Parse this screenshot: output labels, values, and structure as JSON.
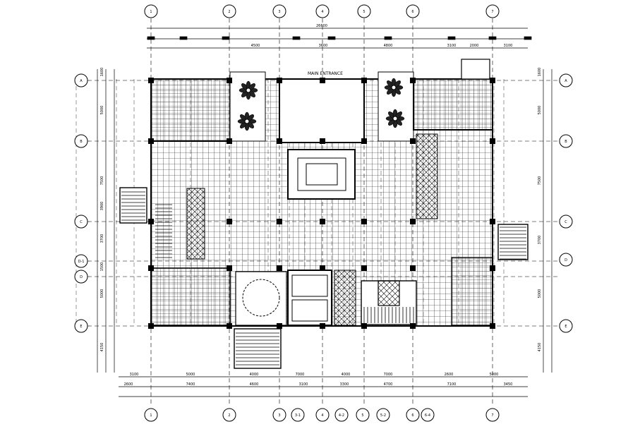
{
  "drawing": {
    "main_entrance_label": "MAIN ENTRANCE",
    "column_grid": {
      "top_labels": [
        "1",
        "2",
        "3",
        "4",
        "5",
        "6",
        "7"
      ],
      "bottom_labels": [
        "1",
        "2",
        "3",
        "3-1",
        "4",
        "4-2",
        "5",
        "5-2",
        "6",
        "6-4",
        "7"
      ]
    },
    "row_grid": {
      "left_labels": [
        "A",
        "B",
        "C",
        "D-1",
        "D",
        "E"
      ],
      "right_labels": [
        "A",
        "B",
        "C",
        "D",
        "E"
      ]
    },
    "top_dimensions": {
      "overall": "26600",
      "segments": [
        "4500",
        "3600",
        "4800",
        "3100",
        "2000",
        "3100"
      ]
    },
    "bottom_dimensions": {
      "row1": [
        "3100",
        "5000",
        "4000",
        "7000",
        "4000",
        "7000",
        "2600",
        "5000"
      ],
      "row2": [
        "2600",
        "7400",
        "4600",
        "3100",
        "3300",
        "4700",
        "7100",
        "3450"
      ]
    },
    "left_dimensions": [
      "1600",
      "5000",
      "7500",
      "3900",
      "3700",
      "1500",
      "5000",
      "4150"
    ],
    "right_dimensions": [
      "1600",
      "5000",
      "7500",
      "3700",
      "5000",
      "4150"
    ]
  }
}
